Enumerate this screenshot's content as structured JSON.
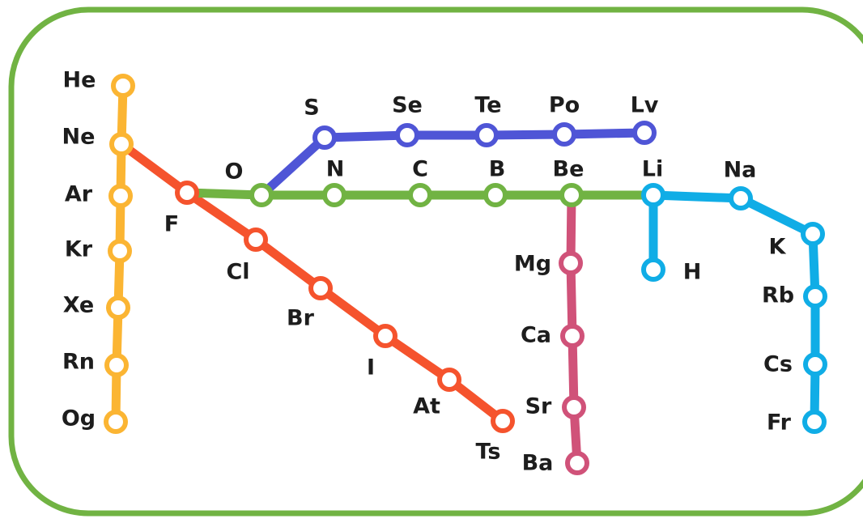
{
  "colors": {
    "frame": "#71b343",
    "noble_gases": "#fbb533",
    "halogens": "#f5532d",
    "chalcogens": "#4f55d6",
    "period_2": "#71b343",
    "alkaline_earth": "#d05279",
    "alkali": "#10ade6"
  },
  "lines": [
    {
      "key": "noble_gases",
      "stations": [
        "He",
        "Ne",
        "Ar",
        "Kr",
        "Xe",
        "Rn",
        "Og"
      ]
    },
    {
      "key": "halogens",
      "stations": [
        "Ne",
        "F",
        "Cl",
        "Br",
        "I",
        "At",
        "Ts"
      ]
    },
    {
      "key": "period_2",
      "stations": [
        "F",
        "O",
        "N",
        "C",
        "B",
        "Be",
        "Li"
      ]
    },
    {
      "key": "chalcogens",
      "stations": [
        "O",
        "S",
        "Se",
        "Te",
        "Po",
        "Lv"
      ]
    },
    {
      "key": "alkaline_earth",
      "stations": [
        "Be",
        "Mg",
        "Ca",
        "Sr",
        "Ba"
      ]
    },
    {
      "key": "alkali",
      "stations": [
        "Li",
        "Na",
        "K",
        "Rb",
        "Cs",
        "Fr"
      ]
    },
    {
      "key": "alkali",
      "stations": [
        "Li",
        "H"
      ]
    }
  ],
  "elements": {
    "He": "He",
    "Ne": "Ne",
    "Ar": "Ar",
    "Kr": "Kr",
    "Xe": "Xe",
    "Rn": "Rn",
    "Og": "Og",
    "F": "F",
    "Cl": "Cl",
    "Br": "Br",
    "I": "I",
    "At": "At",
    "Ts": "Ts",
    "O": "O",
    "N": "N",
    "C": "C",
    "B": "B",
    "Be": "Be",
    "Li": "Li",
    "S": "S",
    "Se": "Se",
    "Te": "Te",
    "Po": "Po",
    "Lv": "Lv",
    "Mg": "Mg",
    "Ca": "Ca",
    "Sr": "Sr",
    "Ba": "Ba",
    "Na": "Na",
    "K": "K",
    "Rb": "Rb",
    "Cs": "Cs",
    "Fr": "Fr",
    "H": "H"
  }
}
